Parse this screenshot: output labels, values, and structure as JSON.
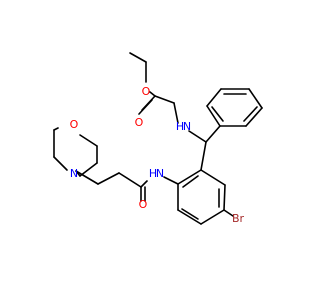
{
  "atom_labels": {
    "ester_o_carbonyl": "O",
    "ester_o_ether": "O",
    "amine_nh": "H",
    "amine_n": "N",
    "amide_n": "N",
    "amide_h": "H",
    "amide_o": "O",
    "morpholine_o": "O",
    "morpholine_n": "N",
    "bromine": "Br"
  },
  "colors": {
    "bond": "#000000",
    "oxygen": "#ff0000",
    "nitrogen": "#0000ff",
    "bromine": "#a52a2a"
  }
}
